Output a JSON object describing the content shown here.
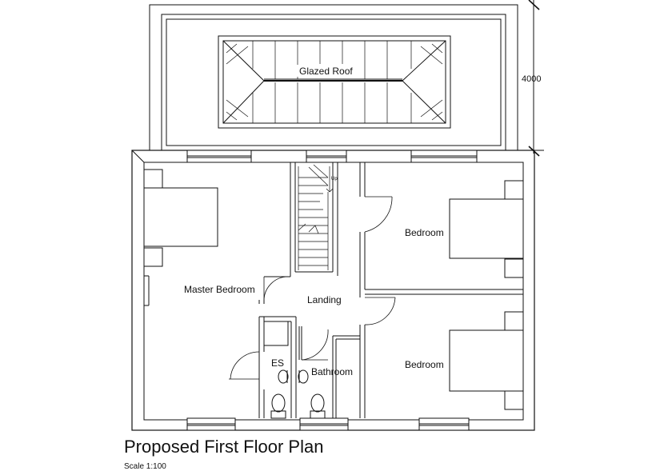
{
  "drawing": {
    "title": "Proposed First Floor Plan",
    "scale": "Scale 1:100",
    "dimension_label": "4000",
    "up_label": "Up",
    "rooms": {
      "glazed_roof": "Glazed Roof",
      "master_bedroom": "Master Bedroom",
      "landing": "Landing",
      "bedroom_upper": "Bedroom",
      "bedroom_lower": "Bedroom",
      "ensuite": "ES",
      "bathroom": "Bathroom"
    }
  }
}
